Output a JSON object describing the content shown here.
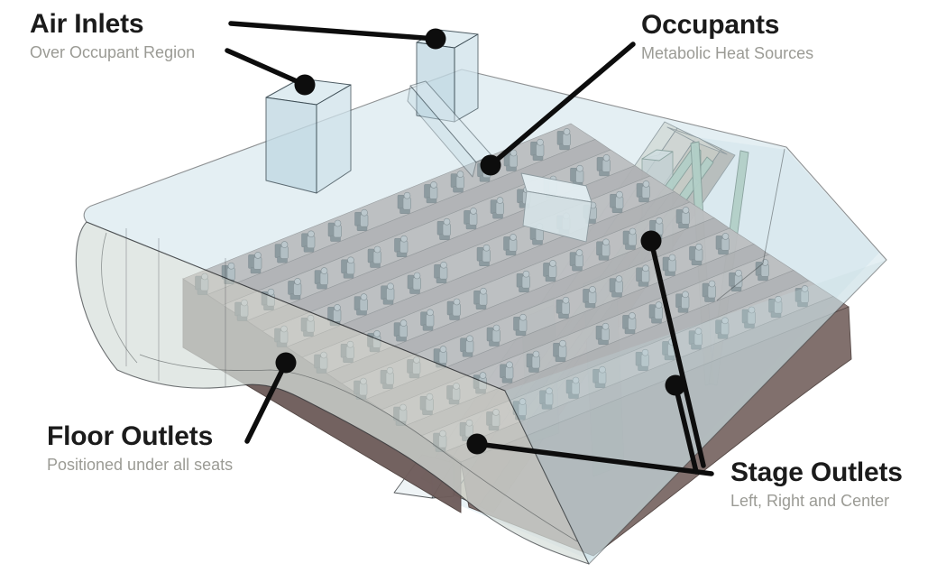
{
  "labels": {
    "air_inlets": {
      "title": "Air Inlets",
      "subtitle": "Over Occupant Region"
    },
    "occupants": {
      "title": "Occupants",
      "subtitle": "Metabolic Heat Sources"
    },
    "floor_outlets": {
      "title": "Floor Outlets",
      "subtitle": "Positioned under all seats"
    },
    "stage_outlets": {
      "title": "Stage Outlets",
      "subtitle": "Left, Right and Center"
    }
  },
  "style": {
    "background": "#ffffff",
    "title_color": "#1b1b1b",
    "subtitle_color": "#9b9b95",
    "callout_color": "#0d0d0d",
    "outline_color": "#3a3f42",
    "glass_blue": "#cfe3ea",
    "glass_front": "#c5dae0",
    "wall_gray_green": "#d8e0dc",
    "duct_top": "#dceaf0",
    "duct_front": "#c2d9e3",
    "duct_side": "#cfe2ea",
    "tier_top": "#a5928e",
    "tier_face": "#8a7673",
    "platform_dark": "#6e5c5a",
    "platform_front": "#7b6966",
    "occupant_body": "#8f9396",
    "occupant_head": "#a6a9ab",
    "chair_dark": "#3d4347",
    "stage_tan": "#b7a995",
    "stage_tan_light": "#cdc4b4",
    "stage_tan_pale": "#dbd4c7",
    "stage_tan_dark": "#8f8274",
    "stage_green": "#6f9c82",
    "stage_green_light": "#8fb79e",
    "tower_gray": "#b5bcba"
  },
  "seating": {
    "rows": 7,
    "seats_per_row": 14
  }
}
